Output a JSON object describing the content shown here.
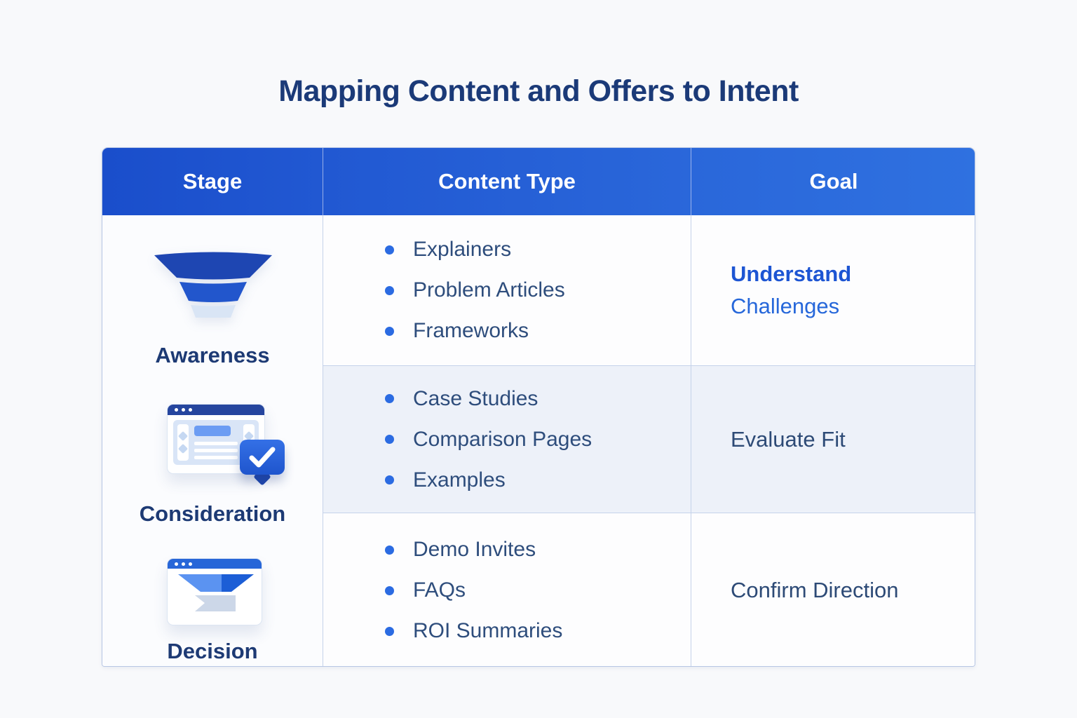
{
  "title": "Mapping Content and Offers to Intent",
  "colors": {
    "page_bg": "#f8f9fb",
    "header_blue_left": "#1a4ecb",
    "header_blue_right": "#2f71e0",
    "accent_blue": "#2b6be2",
    "title_navy": "#1b3a78",
    "body_text_navy": "#2e4d7c",
    "goal_blue_bold": "#1d55d3",
    "goal_blue_regular": "#2667da",
    "row_alt_bg": "#edf1f9",
    "grid_border": "#c5d2ea"
  },
  "table": {
    "headers": [
      "Stage",
      "Content Type",
      "Goal"
    ],
    "rows": [
      {
        "stage_label": "Awareness",
        "stage_icon": "funnel-icon",
        "content_items": [
          "Explainers",
          "Problem Articles",
          "Frameworks"
        ],
        "goal_lines": [
          {
            "text": "Understand",
            "emphasis": "bold"
          },
          {
            "text": "Challenges",
            "emphasis": "regular"
          }
        ]
      },
      {
        "stage_label": "Consideration",
        "stage_icon": "browser-check-icon",
        "content_items": [
          "Case Studies",
          "Comparison Pages",
          "Examples"
        ],
        "goal": "Evaluate Fit"
      },
      {
        "stage_label": "Decision",
        "stage_icon": "browser-funnel-icon",
        "content_items": [
          "Demo Invites",
          "FAQs",
          "ROI Summaries"
        ],
        "goal": "Confirm Direction"
      }
    ]
  }
}
